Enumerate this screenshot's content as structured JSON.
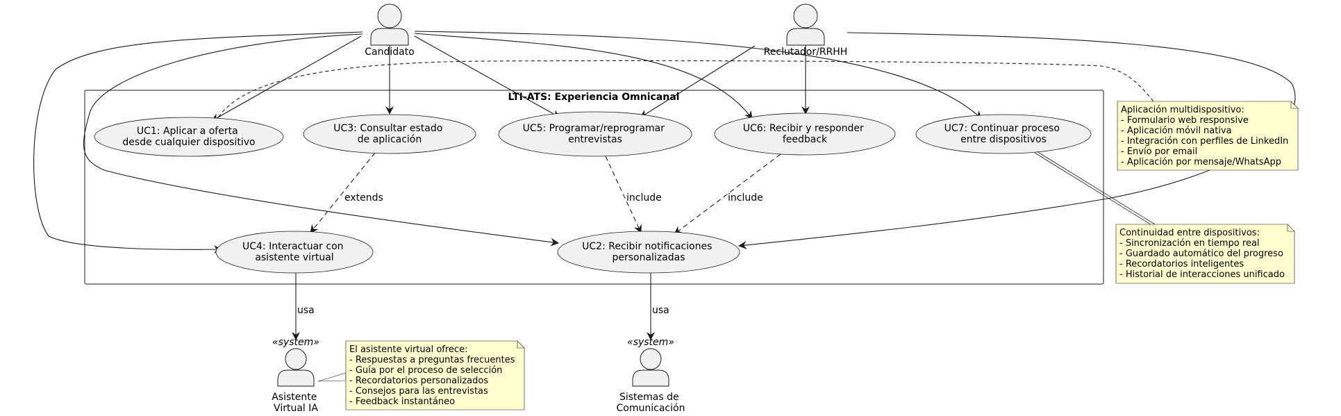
{
  "system_boundary": {
    "title": "LTI-ATS: Experiencia Omnicanal"
  },
  "actors": {
    "candidato": {
      "label": "Candidato"
    },
    "reclutador": {
      "label": "Reclutador/RRHH"
    },
    "asistente": {
      "stereotype": "«system»",
      "label_lines": [
        "Asistente",
        "Virtual IA"
      ]
    },
    "sistemas": {
      "stereotype": "«system»",
      "label_lines": [
        "Sistemas de",
        "Comunicación"
      ]
    }
  },
  "use_cases": {
    "uc1": {
      "lines": [
        "UC1: Aplicar a oferta",
        "desde cualquier dispositivo"
      ]
    },
    "uc2": {
      "lines": [
        "UC2: Recibir notificaciones",
        "personalizadas"
      ]
    },
    "uc3": {
      "lines": [
        "UC3: Consultar estado",
        "de aplicación"
      ]
    },
    "uc4": {
      "lines": [
        "UC4: Interactuar con",
        "asistente virtual"
      ]
    },
    "uc5": {
      "lines": [
        "UC5: Programar/reprogramar",
        "entrevistas"
      ]
    },
    "uc6": {
      "lines": [
        "UC6: Recibir y responder",
        "feedback"
      ]
    },
    "uc7": {
      "lines": [
        "UC7: Continuar proceso",
        "entre dispositivos"
      ]
    }
  },
  "relation_labels": {
    "extends": "extends",
    "include_uc5": "include",
    "include_uc6": "include",
    "usa_asistente": "usa",
    "usa_sistemas": "usa"
  },
  "notes": {
    "multidispositivo": {
      "lines": [
        "Aplicación multidispositivo:",
        "- Formulario web responsive",
        "- Aplicación móvil nativa",
        "- Integración con perfiles de LinkedIn",
        "- Envío por email",
        "- Aplicación por mensaje/WhatsApp"
      ]
    },
    "continuidad": {
      "lines": [
        "Continuidad entre dispositivos:",
        "- Sincronización en tiempo real",
        "- Guardado automático del progreso",
        "- Recordatorios inteligentes",
        "- Historial de interacciones unificado"
      ]
    },
    "asistente": {
      "lines": [
        "El asistente virtual ofrece:",
        "- Respuestas a preguntas frecuentes",
        "- Guía por el proceso de selección",
        "- Recordatorios personalizados",
        "- Consejos para las entrevistas",
        "- Feedback instantáneo"
      ]
    }
  }
}
